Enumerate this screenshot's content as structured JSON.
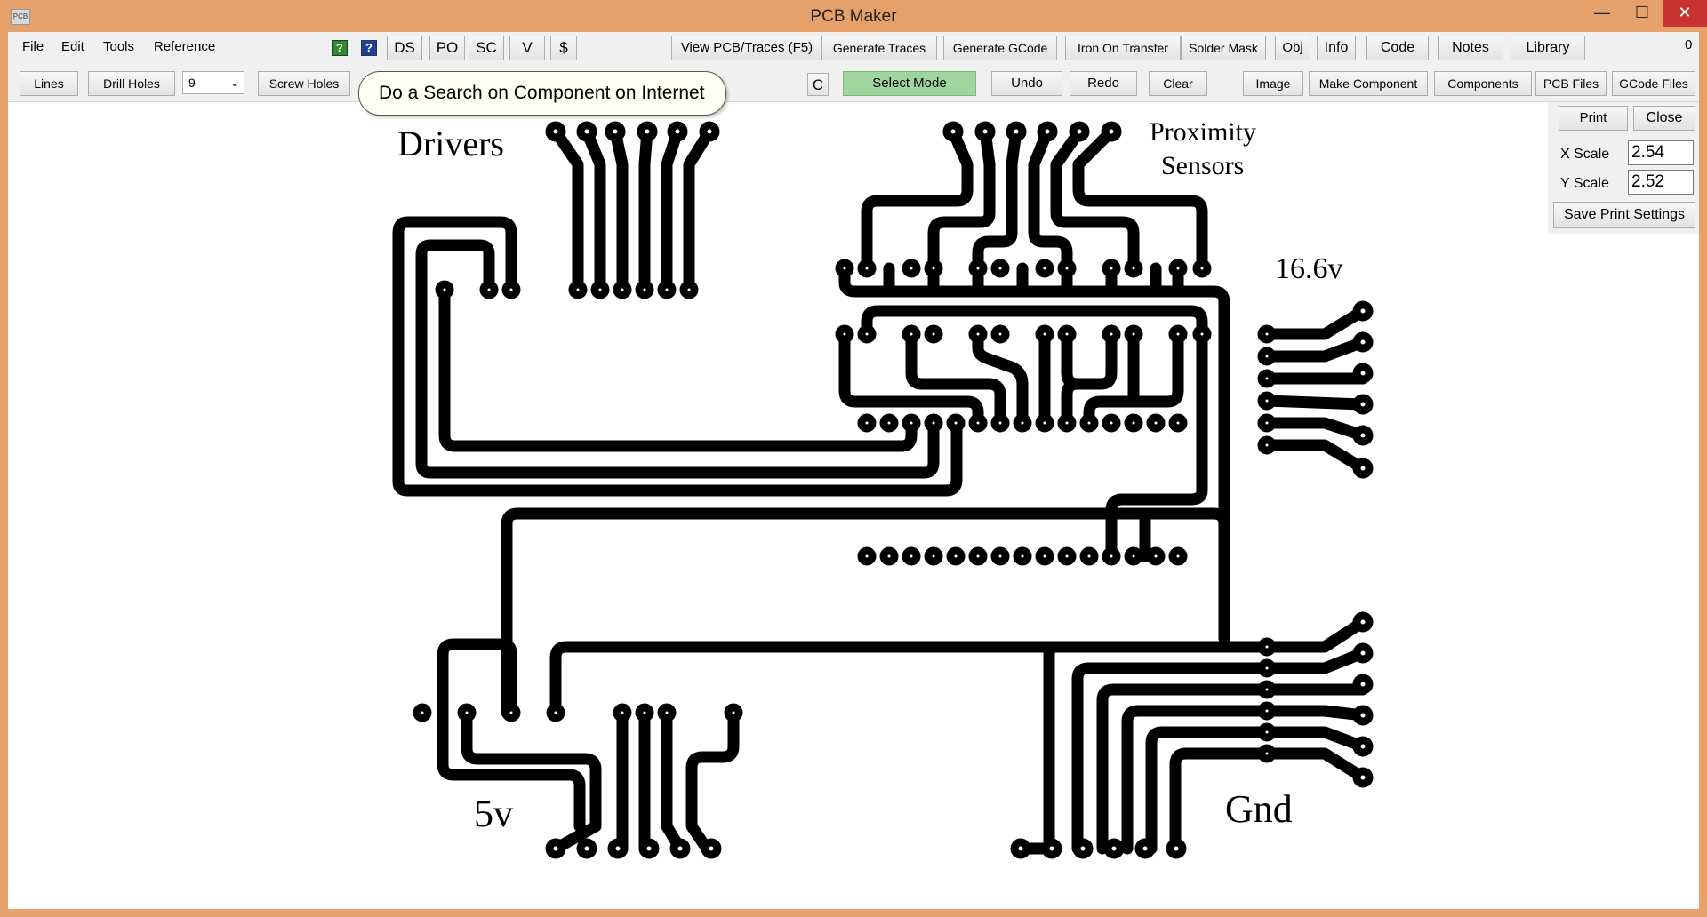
{
  "window": {
    "title": "PCB Maker",
    "app_icon": "PCB",
    "minimize_glyph": "—",
    "maximize_glyph": "☐",
    "close_glyph": "✕"
  },
  "menu": {
    "file": "File",
    "edit": "Edit",
    "tools": "Tools",
    "reference": "Reference"
  },
  "toolbar1": {
    "help_green_icon": "?",
    "help_blue_icon": "?",
    "ds": "DS",
    "po": "PO",
    "sc": "SC",
    "v": "V",
    "dollar": "$",
    "view_pcb": "View PCB/Traces (F5)",
    "generate_traces": "Generate Traces",
    "generate_gcode": "Generate GCode",
    "iron_on": "Iron On Transfer",
    "solder_mask": "Solder Mask",
    "obj": "Obj",
    "info": "Info",
    "code": "Code",
    "notes": "Notes",
    "library": "Library",
    "counter": "0"
  },
  "toolbar2": {
    "lines": "Lines",
    "drill_holes": "Drill Holes",
    "drill_size": "9",
    "screw_holes": "Screw Holes",
    "c": "C",
    "select_mode": "Select Mode",
    "undo": "Undo",
    "redo": "Redo",
    "clear": "Clear",
    "image": "Image",
    "make_component": "Make Component",
    "components": "Components",
    "pcb_files": "PCB Files",
    "gcode_files": "GCode Files"
  },
  "tooltip": "Do a Search on Component on Internet",
  "print_panel": {
    "print": "Print",
    "close": "Close",
    "x_scale_label": "X Scale",
    "x_scale_value": "2.54",
    "y_scale_label": "Y Scale",
    "y_scale_value": "2.52",
    "save": "Save Print Settings"
  },
  "pcb_labels": {
    "drivers": "Drivers",
    "proximity": "Proximity",
    "sensors": "Sensors",
    "v16": "16.6v",
    "v5": "5v",
    "gnd": "Gnd"
  },
  "colors": {
    "frame": "#e6a16b",
    "trace": "#000000",
    "close_button": "#c8332f",
    "select_mode": "#9fd69f"
  }
}
